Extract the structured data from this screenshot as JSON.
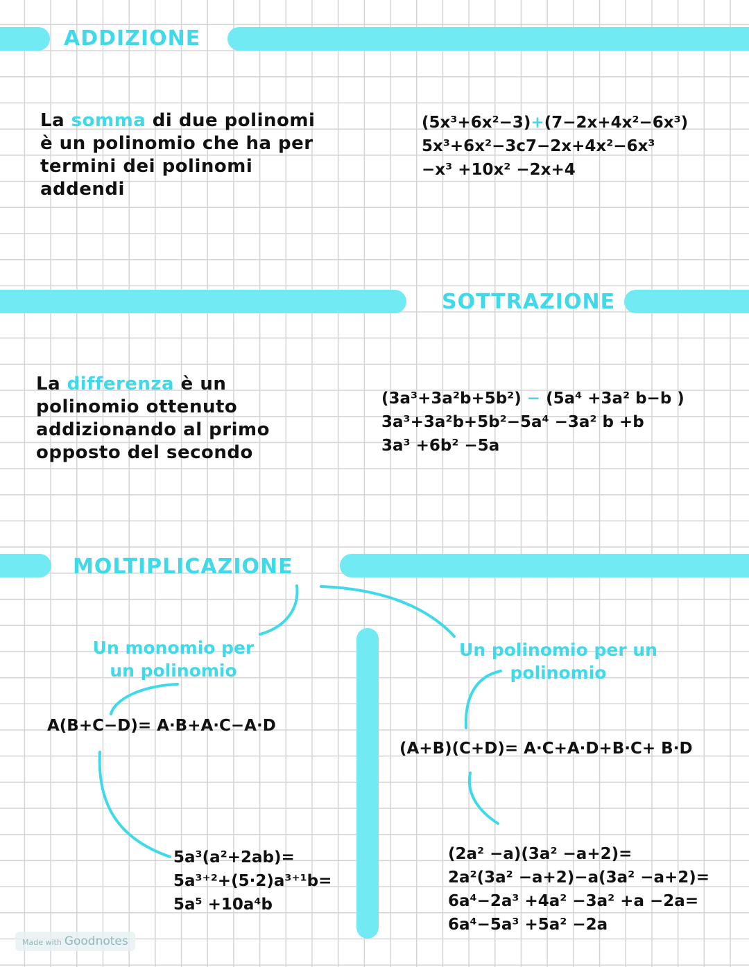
{
  "addizione": {
    "heading": "ADDIZIONE",
    "text_pre": "La ",
    "text_highlight": "somma",
    "text_post": " di due polinomi è un polinomio che ha per termini dei polinomi addendi",
    "example": {
      "line1_a": "(5x³+6x²−3)",
      "line1_op": "+",
      "line1_b": "(7−2x+4x²−6x³)",
      "line2": "5x³+6x²−3c7−2x+4x²−6x³",
      "line3": "−x³ +10x² −2x+4"
    }
  },
  "sottrazione": {
    "heading": "SOTTRAZIONE",
    "text_pre": "La ",
    "text_highlight": "differenza",
    "text_post": " è un polinomio ottenuto addizionando al primo opposto del secondo",
    "example": {
      "line1_a": "(3a³+3a²b+5b²)",
      "line1_op": "−",
      "line1_b": "(5a⁴ +3a² b−b )",
      "line2": "3a³+3a²b+5b²−5a⁴ −3a² b +b",
      "line3": "3a³ +6b² −5a"
    }
  },
  "moltiplicazione": {
    "heading": "MOLTIPLICAZIONE",
    "monomio": {
      "title": "Un monomio per un polinomio",
      "formula": "A(B+C−D)= A·B+A·C−A·D",
      "example": [
        "5a³(a²+2ab)=",
        "5a³⁺²+(5·2)a³⁺¹b=",
        "5a⁵ +10a⁴b"
      ]
    },
    "polinomio": {
      "title": "Un polinomio per un polinomio",
      "formula": "(A+B)(C+D)= A·C+A·D+B·C+ B·D",
      "example": [
        "(2a² −a)(3a² −a+2)=",
        "2a²(3a² −a+2)−a(3a² −a+2)=",
        "6a⁴−2a³ +4a² −3a² +a −2a=",
        "6a⁴−5a³ +5a² −2a"
      ]
    }
  },
  "watermark": {
    "prefix": "Made with",
    "brand": "Goodnotes"
  },
  "colors": {
    "accent": "#72eaf3",
    "heading": "#3fd9ea",
    "grid": "#d4d4d4"
  }
}
